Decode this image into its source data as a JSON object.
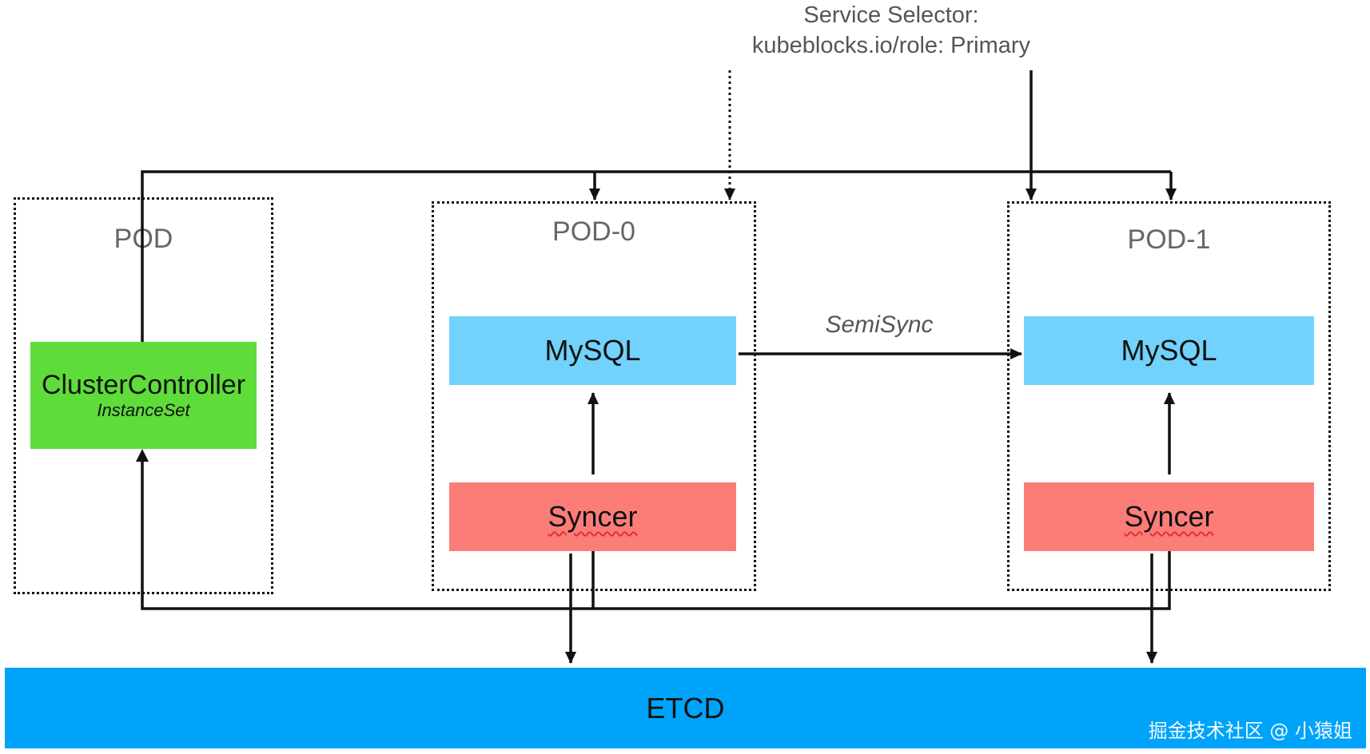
{
  "selector": {
    "line1": "Service Selector:",
    "line2": "kubeblocks.io/role: Primary"
  },
  "pods": {
    "controller_pod": {
      "title": "POD",
      "controller_label": "ClusterController",
      "controller_sublabel": "InstanceSet"
    },
    "pod0": {
      "title": "POD-0",
      "mysql_label": "MySQL",
      "syncer_label": "Syncer"
    },
    "pod1": {
      "title": "POD-1",
      "mysql_label": "MySQL",
      "syncer_label": "Syncer"
    }
  },
  "replication_label": "SemiSync",
  "etcd_label": "ETCD",
  "watermark": "掘金技术社区 @ 小猿姐",
  "colors": {
    "mysql": "#71d2fb",
    "syncer": "#fc7c78",
    "controller": "#5edc3a",
    "etcd": "#00a3fa"
  }
}
